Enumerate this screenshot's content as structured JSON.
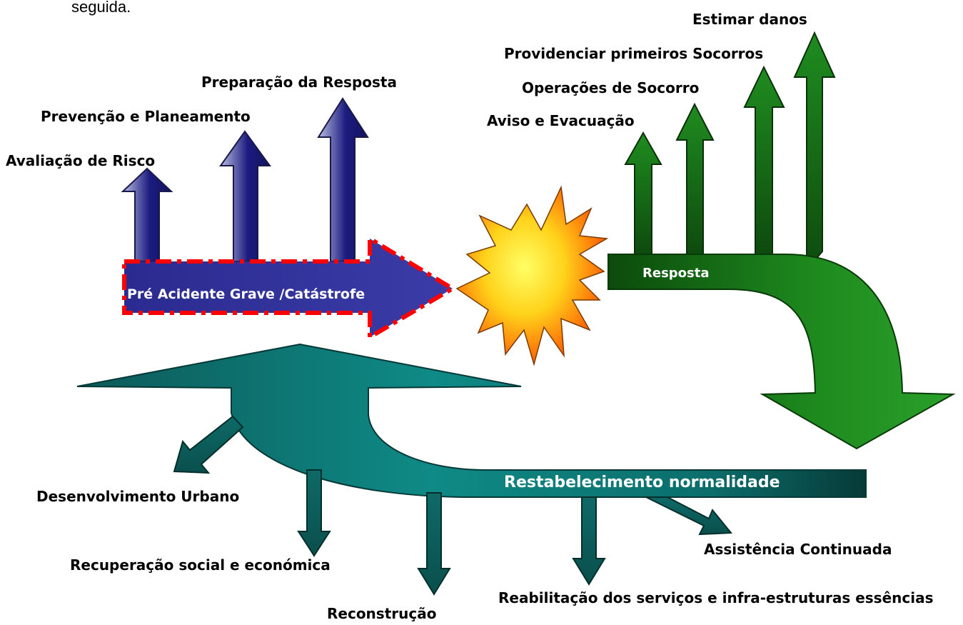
{
  "intro_text": "seguida.",
  "pre_phase": {
    "label": "Pré Acidente Grave /Catástrofe",
    "arrows": [
      "Avaliação de Risco",
      "Prevenção e Planeamento",
      "Preparação da Resposta"
    ]
  },
  "response_phase": {
    "label": "Resposta",
    "arrows": [
      "Aviso e Evacuação",
      "Operações de Socorro",
      "Providenciar primeiros Socorros",
      "Estimar danos"
    ]
  },
  "recovery_phase": {
    "label": "Restabelecimento normalidade",
    "arrows": [
      "Desenvolvimento Urbano",
      "Recuperação social e económica",
      "Reconstrução",
      "Reabilitação dos serviços e infra-estruturas essências",
      "Assistência Continuada"
    ]
  },
  "colors": {
    "pre_arrow": "#2e2e8c",
    "pre_border": "#ff0000",
    "response_green": "#1f7a1f",
    "recovery_teal": "#0b6e6b",
    "burst_outer": "#ff6a00",
    "burst_inner": "#ffee33"
  }
}
